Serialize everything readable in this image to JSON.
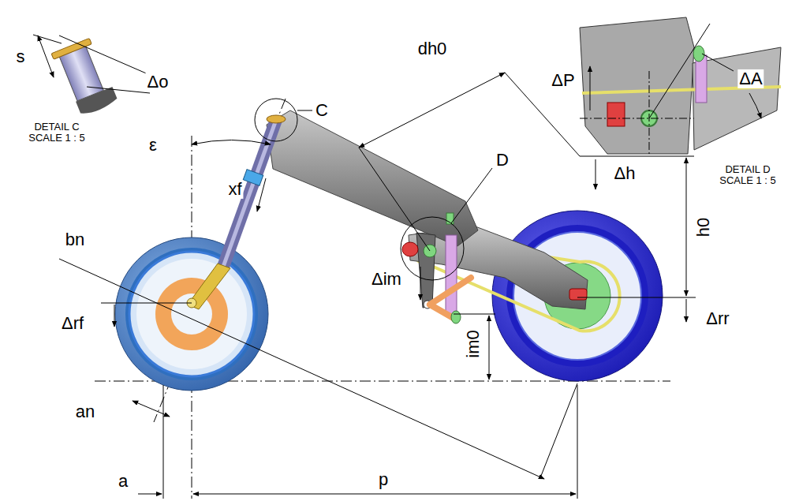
{
  "diagram": {
    "labels": [
      "s",
      "Δo",
      "DETAIL C SCALE 1 : 5",
      "C",
      "ε",
      "dh0",
      "D",
      "ΔP",
      "ΔA",
      "Δh",
      "DETAIL D SCALE 1 : 5",
      "h0",
      "xf",
      "bn",
      "Δim",
      "Δrf",
      "Δrr",
      "im0",
      "an",
      "a",
      "p"
    ]
  }
}
